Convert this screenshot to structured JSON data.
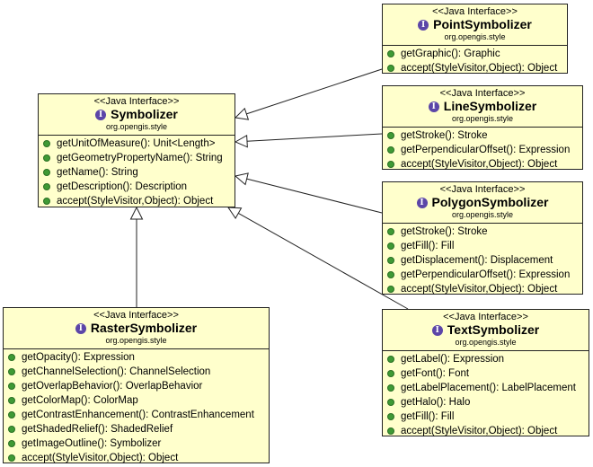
{
  "stereotype": "<<Java Interface>>",
  "icon_glyph": "I",
  "icon_name": "interface-icon",
  "method_icon": "public-method-icon",
  "colors": {
    "box_fill": "#ffffcc",
    "icon": "#5c46a8",
    "method_dot": "#3f9a35"
  },
  "classes": {
    "symbolizer": {
      "name": "Symbolizer",
      "package": "org.opengis.style",
      "methods": [
        "getUnitOfMeasure(): Unit<Length>",
        "getGeometryPropertyName(): String",
        "getName(): String",
        "getDescription(): Description",
        "accept(StyleVisitor,Object): Object"
      ]
    },
    "point": {
      "name": "PointSymbolizer",
      "package": "org.opengis.style",
      "methods": [
        "getGraphic(): Graphic",
        "accept(StyleVisitor,Object): Object"
      ]
    },
    "line": {
      "name": "LineSymbolizer",
      "package": "org.opengis.style",
      "methods": [
        "getStroke(): Stroke",
        "getPerpendicularOffset(): Expression",
        "accept(StyleVisitor,Object): Object"
      ]
    },
    "polygon": {
      "name": "PolygonSymbolizer",
      "package": "org.opengis.style",
      "methods": [
        "getStroke(): Stroke",
        "getFill(): Fill",
        "getDisplacement(): Displacement",
        "getPerpendicularOffset(): Expression",
        "accept(StyleVisitor,Object): Object"
      ]
    },
    "raster": {
      "name": "RasterSymbolizer",
      "package": "org.opengis.style",
      "methods": [
        "getOpacity(): Expression",
        "getChannelSelection(): ChannelSelection",
        "getOverlapBehavior(): OverlapBehavior",
        "getColorMap(): ColorMap",
        "getContrastEnhancement(): ContrastEnhancement",
        "getShadedRelief(): ShadedRelief",
        "getImageOutline(): Symbolizer",
        "accept(StyleVisitor,Object): Object"
      ]
    },
    "text": {
      "name": "TextSymbolizer",
      "package": "org.opengis.style",
      "methods": [
        "getLabel(): Expression",
        "getFont(): Font",
        "getLabelPlacement(): LabelPlacement",
        "getHalo(): Halo",
        "getFill(): Fill",
        "accept(StyleVisitor,Object): Object"
      ]
    }
  }
}
